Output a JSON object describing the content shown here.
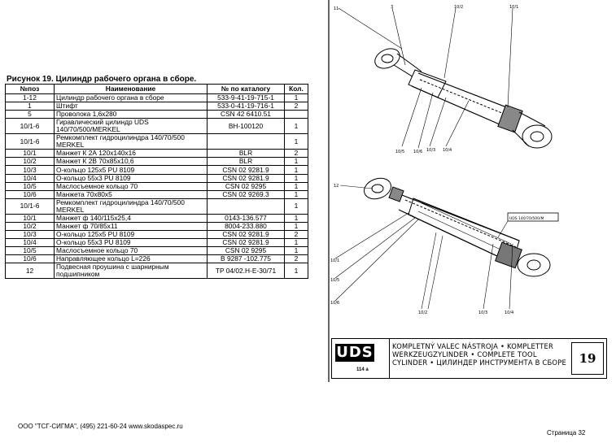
{
  "figure_title": "Рисунок 19.   Цилиндр рабочего органа в сборе.",
  "table": {
    "headers": [
      "№поз",
      "Наименование",
      "№ по каталогу",
      "Кол."
    ],
    "rows": [
      {
        "no": "1-12",
        "name": "Цилиндр рабочего органа в сборе",
        "cat": "533-9-41-19-715-1",
        "qty": "1"
      },
      {
        "no": "1",
        "name": "Штифт",
        "cat": "533-0-41-19-716-1",
        "qty": "2"
      },
      {
        "no": "5",
        "name": "Проволока 1,6x280",
        "cat": "CSN 42 6410.51",
        "qty": ""
      },
      {
        "no": "10/1-6",
        "name": "Гиравлический цилиндр UDS 140/70/500/MERKEL",
        "cat": "ВН-100120",
        "qty": "1"
      },
      {
        "no": "10/1-6",
        "name": "Ремкомплект гидроцилиндра 140/70/500 MERKEL",
        "cat": "",
        "qty": "1"
      },
      {
        "no": "10/1",
        "name": "Манжет К 2А 120x140x16",
        "cat": "BLR",
        "qty": "2"
      },
      {
        "no": "10/2",
        "name": "Манжет К 2В  70x85x10,6",
        "cat": "BLR",
        "qty": "1"
      },
      {
        "no": "10/3",
        "name": "О-кольцо 125x5 PU 8109",
        "cat": "CSN 02 9281.9",
        "qty": "1"
      },
      {
        "no": "10/4",
        "name": "О-кольцо 55x3 PU 8109",
        "cat": "CSN 02 9281.9",
        "qty": "1"
      },
      {
        "no": "10/5",
        "name": "Маслосъемное кольцо 70",
        "cat": "CSN 02 9295",
        "qty": "1"
      },
      {
        "no": "10/6",
        "name": "Манжета 70x80x5",
        "cat": "CSN 02 9269.3",
        "qty": "1"
      },
      {
        "no": "10/1-6",
        "name": "Ремкомплект гидроцилиндра 140/70/500 MERKEL",
        "cat": "",
        "qty": "1"
      },
      {
        "no": "10/1",
        "name": "Манжет ф 140/115x25,4",
        "cat": "0143-136.577",
        "qty": "1"
      },
      {
        "no": "10/2",
        "name": "Манжет ф 70/85x11",
        "cat": "8004-233.880",
        "qty": "1"
      },
      {
        "no": "10/3",
        "name": "О-кольцо 125x5 PU 8109",
        "cat": "CSN 02 9281.9",
        "qty": "2"
      },
      {
        "no": "10/4",
        "name": "О-кольцо  55x3 PU 8109",
        "cat": "CSN 02 9281.9",
        "qty": "1"
      },
      {
        "no": "10/5",
        "name": "Маслосъемное кольцо 70",
        "cat": "CSN 02 9295",
        "qty": "1"
      },
      {
        "no": "10/6",
        "name": "Направляющее кольцо L=226",
        "cat": "В  9287 -102.775",
        "qty": "2"
      },
      {
        "no": "12",
        "name": "Подвесная проушина с шарнирным подшипником",
        "cat": "TP 04/02.H-E-30/71",
        "qty": "1"
      }
    ]
  },
  "drawing": {
    "callouts_top": [
      "11",
      "3",
      "10/2",
      "10/1"
    ],
    "callouts_left1": [
      "10/5",
      "10/6",
      "10/3",
      "10/4"
    ],
    "callout_12": "12",
    "callouts_left2": [
      "10/1",
      "10/5",
      "10/6"
    ],
    "callouts_bottom2": [
      "10/2",
      "10/3",
      "10/4"
    ],
    "cylinder_label": "UDS 140/70/500/M"
  },
  "title_block": {
    "logo": "UDS",
    "logo_sub": "114 a",
    "text": "KOMPLETNÝ VALEC NÁSTROJA • KOMPLETTER WERKZEUGZYLINDER • COMPLETE TOOL CYLINDER • ЦИЛИНДЕР ИНСТРУМЕНТА В СБОРЕ",
    "number": "19"
  },
  "footer_left": "ООО \"ТСГ-СИГМА\", (495) 221-60-24 www.skodaspec.ru",
  "footer_right": "Страница 32"
}
